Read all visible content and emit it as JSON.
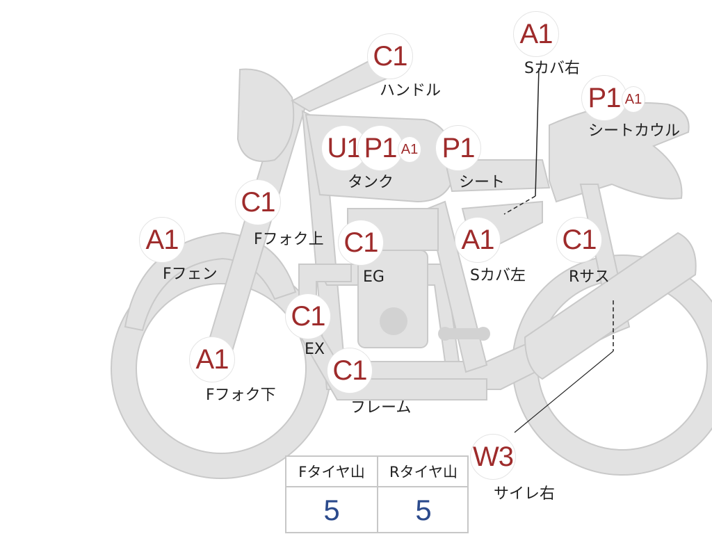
{
  "parts": [
    {
      "id": "handle",
      "grades": [
        "C1"
      ],
      "label": "ハンドル"
    },
    {
      "id": "tank",
      "grades": [
        "U1",
        "P1",
        "A1"
      ],
      "label": "タンク"
    },
    {
      "id": "seat",
      "grades": [
        "P1"
      ],
      "label": "シート"
    },
    {
      "id": "scover-right",
      "grades": [
        "A1"
      ],
      "label": "Sカバ右"
    },
    {
      "id": "seat-cowl",
      "grades": [
        "P1",
        "A1"
      ],
      "label": "シートカウル"
    },
    {
      "id": "ffork-upper",
      "grades": [
        "C1"
      ],
      "label": "Fフォク上"
    },
    {
      "id": "ffender",
      "grades": [
        "A1"
      ],
      "label": "Fフェン"
    },
    {
      "id": "engine",
      "grades": [
        "C1"
      ],
      "label": "EG"
    },
    {
      "id": "scover-left",
      "grades": [
        "A1"
      ],
      "label": "Sカバ左"
    },
    {
      "id": "rsus",
      "grades": [
        "C1"
      ],
      "label": "Rサス"
    },
    {
      "id": "exhaust",
      "grades": [
        "C1"
      ],
      "label": "EX"
    },
    {
      "id": "ffork-lower",
      "grades": [
        "A1"
      ],
      "label": "Fフォク下"
    },
    {
      "id": "frame",
      "grades": [
        "C1"
      ],
      "label": "フレーム"
    },
    {
      "id": "silencer-right",
      "grades": [
        "W3"
      ],
      "label": "サイレ右"
    }
  ],
  "tires": {
    "front": {
      "header": "Fタイヤ山",
      "value": "5"
    },
    "rear": {
      "header": "Rタイヤ山",
      "value": "5"
    }
  },
  "colors": {
    "bike_fill": "#e2e2e2",
    "bike_stroke": "#c9c9c9",
    "grade_text": "#9e2b2b",
    "tire_value": "#2b4a8c"
  }
}
